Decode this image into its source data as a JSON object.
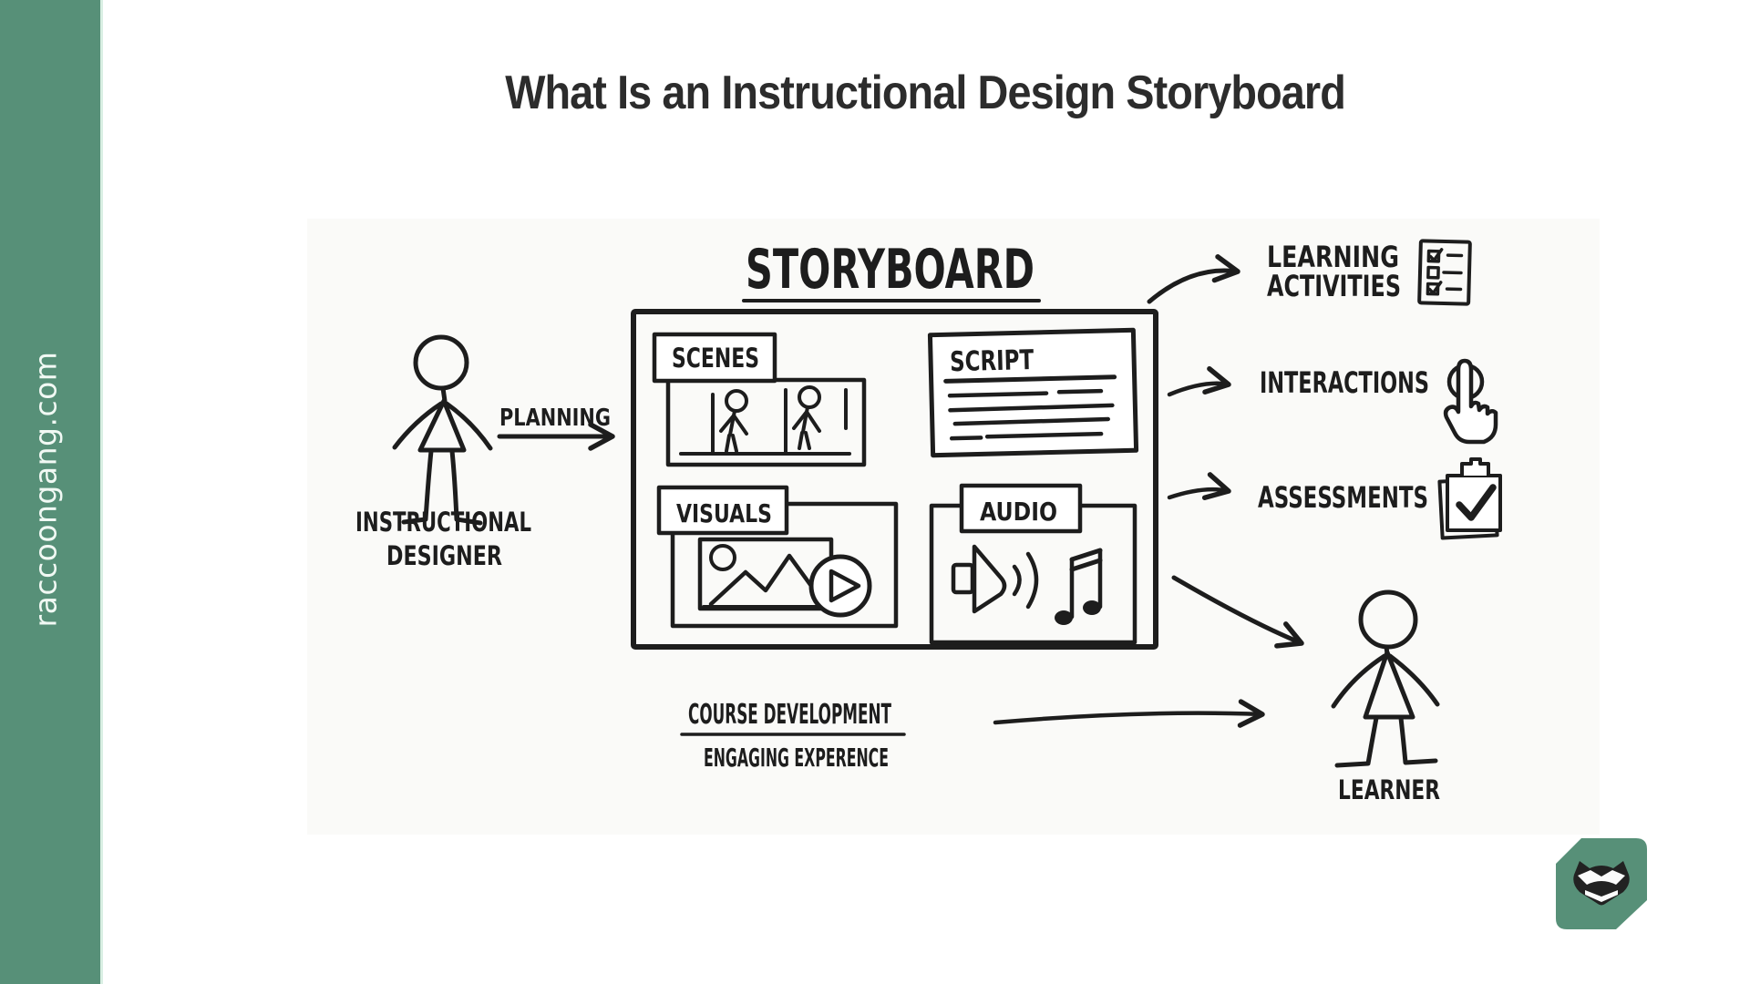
{
  "header": {
    "title": "What Is an Instructional Design Storyboard"
  },
  "sidebar": {
    "watermark": "raccoongang.com"
  },
  "diagram": {
    "storyboard": {
      "title": "STORYBOARD",
      "sections": {
        "scenes": "SCENES",
        "script": "SCRIPT",
        "visuals": "VISUALS",
        "audio": "AUDIO"
      }
    },
    "designer": {
      "line1": "INSTRUCTIONAL",
      "line2": "DESIGNER"
    },
    "planning_label": "PLANNING",
    "outputs": {
      "learning_line1": "LEARNING",
      "learning_line2": "ACTIVITIES",
      "interactions": "INTERACTIONS",
      "assessments": "ASSESSMENTS"
    },
    "course": {
      "line1": "COURSE DEVELOPMENT",
      "line2": "ENGAGING EXPERENCE"
    },
    "learner_label": "LEARNER",
    "icons": [
      "checklist-icon",
      "tap-icon",
      "clipboard-check-icon",
      "image-icon",
      "play-icon",
      "speaker-icon",
      "music-note-icon",
      "stick-figure-icon"
    ]
  },
  "colors": {
    "brand_green": "#579078",
    "ink": "#1d1d1d",
    "background": "#ffffff",
    "watermark_text": "#f1f9f4"
  },
  "logo": {
    "name": "raccoon-gang-logo"
  }
}
